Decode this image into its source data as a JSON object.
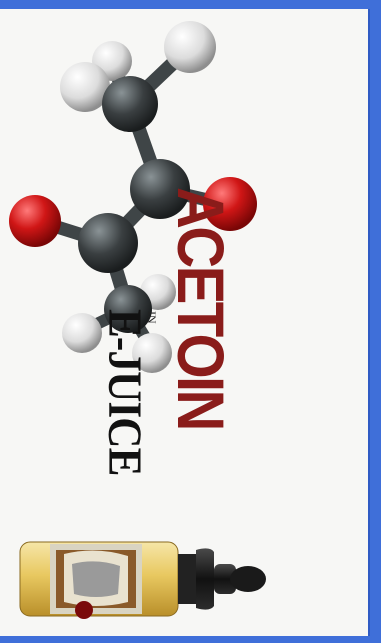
{
  "title": "ACETOIN",
  "connector": "IN",
  "subtitle": "E-JUICE",
  "colors": {
    "frame": "#3f6fd9",
    "title": "#8a1c1a",
    "subtitle": "#111111",
    "carbon": "#3a3f41",
    "oxygen": "#cc1414",
    "hydrogen": "#e6e6e6",
    "liquid": "#e8c860"
  },
  "icons": [
    "acetoin-molecule-icon",
    "e-juice-bottle-icon"
  ]
}
